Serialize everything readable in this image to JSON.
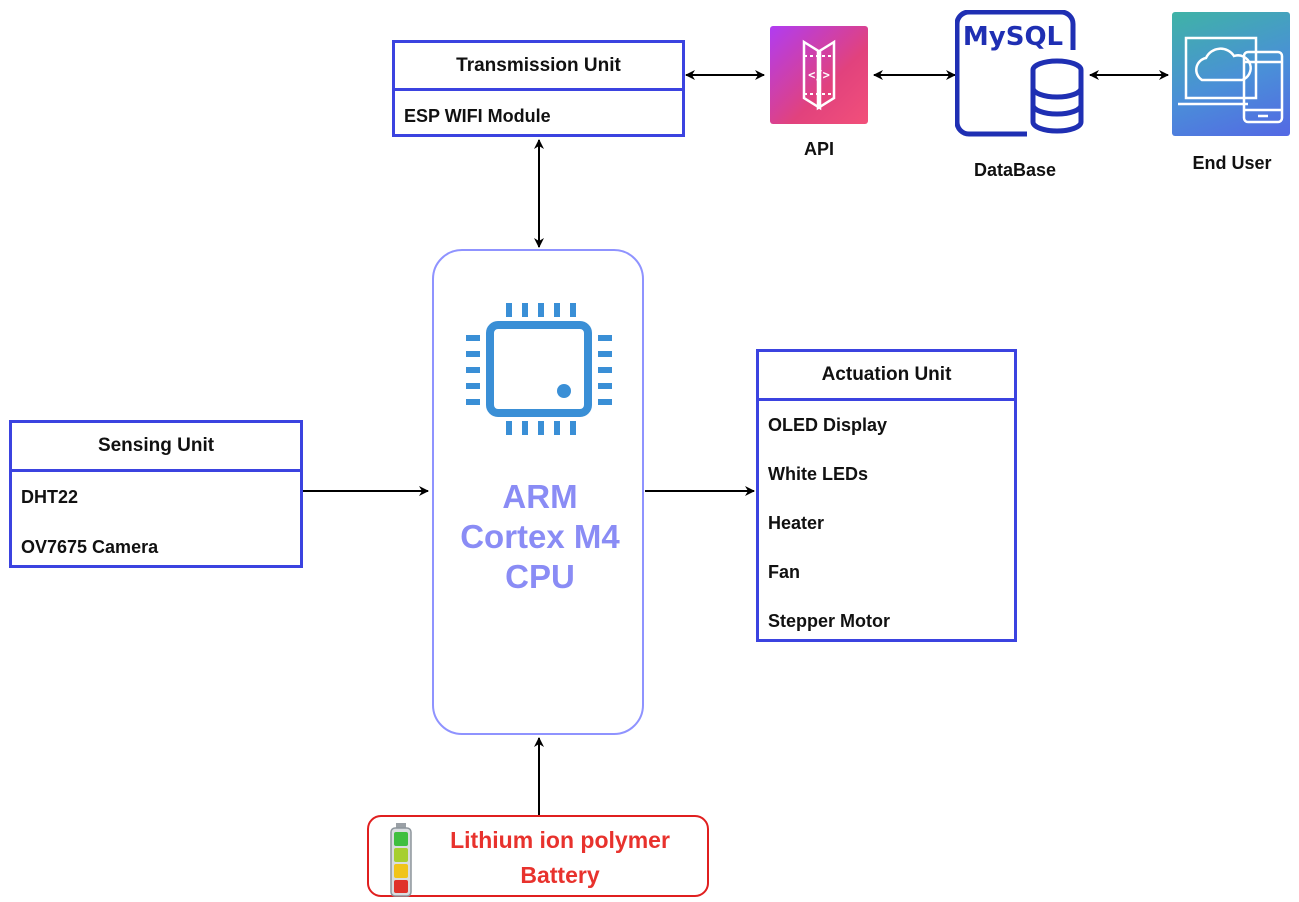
{
  "diagram": {
    "transmission_unit": {
      "title": "Transmission Unit",
      "items": [
        "ESP WIFI Module"
      ]
    },
    "sensing_unit": {
      "title": "Sensing Unit",
      "items": [
        "DHT22",
        "OV7675 Camera"
      ]
    },
    "actuation_unit": {
      "title": "Actuation Unit",
      "items": [
        "OLED Display",
        "White LEDs",
        "Heater",
        "Fan",
        "Stepper Motor"
      ]
    },
    "cpu": {
      "lines": [
        "ARM",
        "Cortex M4",
        "CPU"
      ],
      "icon": "microchip-icon"
    },
    "api": {
      "label": "API",
      "icon": "api-icon"
    },
    "database": {
      "label": "DataBase",
      "icon": "mysql-database-icon",
      "logo_text": "MySQL"
    },
    "end_user": {
      "label": "End User",
      "icon": "cloud-devices-icon"
    },
    "battery": {
      "lines": [
        "Lithium ion polymer",
        "Battery"
      ],
      "icon": "battery-icon"
    },
    "connections": [
      {
        "from": "transmission_unit",
        "to": "api",
        "direction": "both"
      },
      {
        "from": "api",
        "to": "database",
        "direction": "both"
      },
      {
        "from": "database",
        "to": "end_user",
        "direction": "both"
      },
      {
        "from": "transmission_unit",
        "to": "cpu",
        "direction": "both"
      },
      {
        "from": "sensing_unit",
        "to": "cpu",
        "direction": "forward"
      },
      {
        "from": "cpu",
        "to": "actuation_unit",
        "direction": "forward"
      },
      {
        "from": "battery",
        "to": "cpu",
        "direction": "forward"
      }
    ],
    "colors": {
      "unit_border": "#3b43e0",
      "cpu_border": "#8f93ff",
      "cpu_text": "#8a8cf5",
      "chip": "#3a8fd6",
      "battery_border": "#e01f1f",
      "battery_text": "#e8322d",
      "mysql_blue": "#1f2fb3"
    }
  }
}
